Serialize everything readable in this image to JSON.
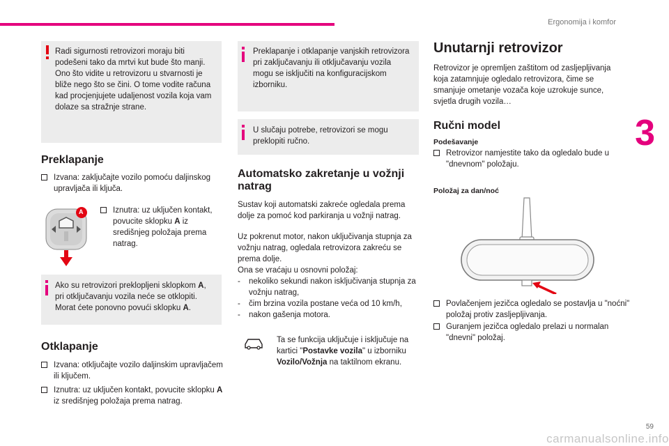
{
  "header": {
    "section_title": "Ergonomija i komfor",
    "chapter": "3",
    "page_number": "59"
  },
  "watermark": "carmanualsonline.info",
  "left": {
    "warning_text": "Radi sigurnosti retrovizori moraju biti podešeni tako da mrtvi kut bude što manji. Ono što vidite u retrovizoru u stvarnosti je bliže nego što se čini. O tome vodite računa kad procjenjujete udaljenost vozila koja vam dolaze sa stražnje strane.",
    "folding_title": "Preklapanje",
    "folding_b1": "Izvana: zaključajte vozilo pomoću daljinskog upravljača ili ključa.",
    "folding_b2_pre": "Iznutra: uz uključen kontakt, povucite sklopku ",
    "folding_b2_bold": "A",
    "folding_b2_post": " iz središnjeg položaja prema natrag.",
    "switch_label": "A",
    "info_pre": "Ako su retrovizori preklopljeni sklopkom ",
    "info_bold1": "A",
    "info_mid": ", pri otključavanju vozila neće se otklopiti. Morat ćete ponovno povući sklopku ",
    "info_bold2": "A",
    "info_post": ".",
    "unfold_title": "Otklapanje",
    "unfold_b1": "Izvana: otključajte vozilo daljinskim upravljačem ili ključem.",
    "unfold_b2_pre": "Iznutra: uz uključen kontakt, povucite sklopku ",
    "unfold_b2_bold": "A",
    "unfold_b2_post": " iz središnjeg položaja prema natrag."
  },
  "middle": {
    "info1": "Preklapanje i otklapanje vanjskih retrovizora pri zaključavanju ili otključavanju vozila mogu se isključiti na konfiguracijskom izborniku.",
    "info2": "U slučaju potrebe, retrovizori se mogu preklopiti ručno.",
    "auto_title": "Automatsko zakretanje u vožnji natrag",
    "p1": "Sustav koji automatski zakreće ogledala prema dolje za pomoć kod parkiranja u vožnji natrag.",
    "p2a": "Uz pokrenut motor, nakon uključivanja stupnja za vožnju natrag, ogledala retrovizora zakreću se prema dolje.",
    "p2b": "Ona se vraćaju u osnovni položaj:",
    "d1": "nekoliko sekundi nakon isključivanja stupnja za vožnju natrag,",
    "d2": "čim brzina vozila postane veća od 10 km/h,",
    "d3": "nakon gašenja motora.",
    "car_pre": "Ta se funkcija uključuje i isključuje na kartici \"",
    "car_bold1": "Postavke vozila",
    "car_mid": "\" u izborniku ",
    "car_bold2": "Vozilo/Vožnja",
    "car_post": " na taktilnom ekranu."
  },
  "right": {
    "title": "Unutarnji retrovizor",
    "intro": "Retrovizor je opremljen zaštitom od zasljepljivanja koja zatamnjuje ogledalo retrovizora, čime se smanjuje ometanje vozača koje uzrokuje sunce, svjetla drugih vozila…",
    "manual_title": "Ručni model",
    "adjust_label": "Podešavanje",
    "adjust_b1": "Retrovizor namjestite tako da ogledalo bude u \"dnevnom\" položaju.",
    "daynight_label": "Položaj za dan/noć",
    "b_night": "Povlačenjem jezičca ogledalo se postavlja u \"noćni\" položaj protiv zasljepljivanja.",
    "b_day": "Guranjem jezičca ogledalo prelazi u normalan \"dnevni\" položaj."
  },
  "colors": {
    "accent": "#e4007d",
    "warning": "#e30613",
    "arrow": "#e30613",
    "box": "#ececec"
  }
}
